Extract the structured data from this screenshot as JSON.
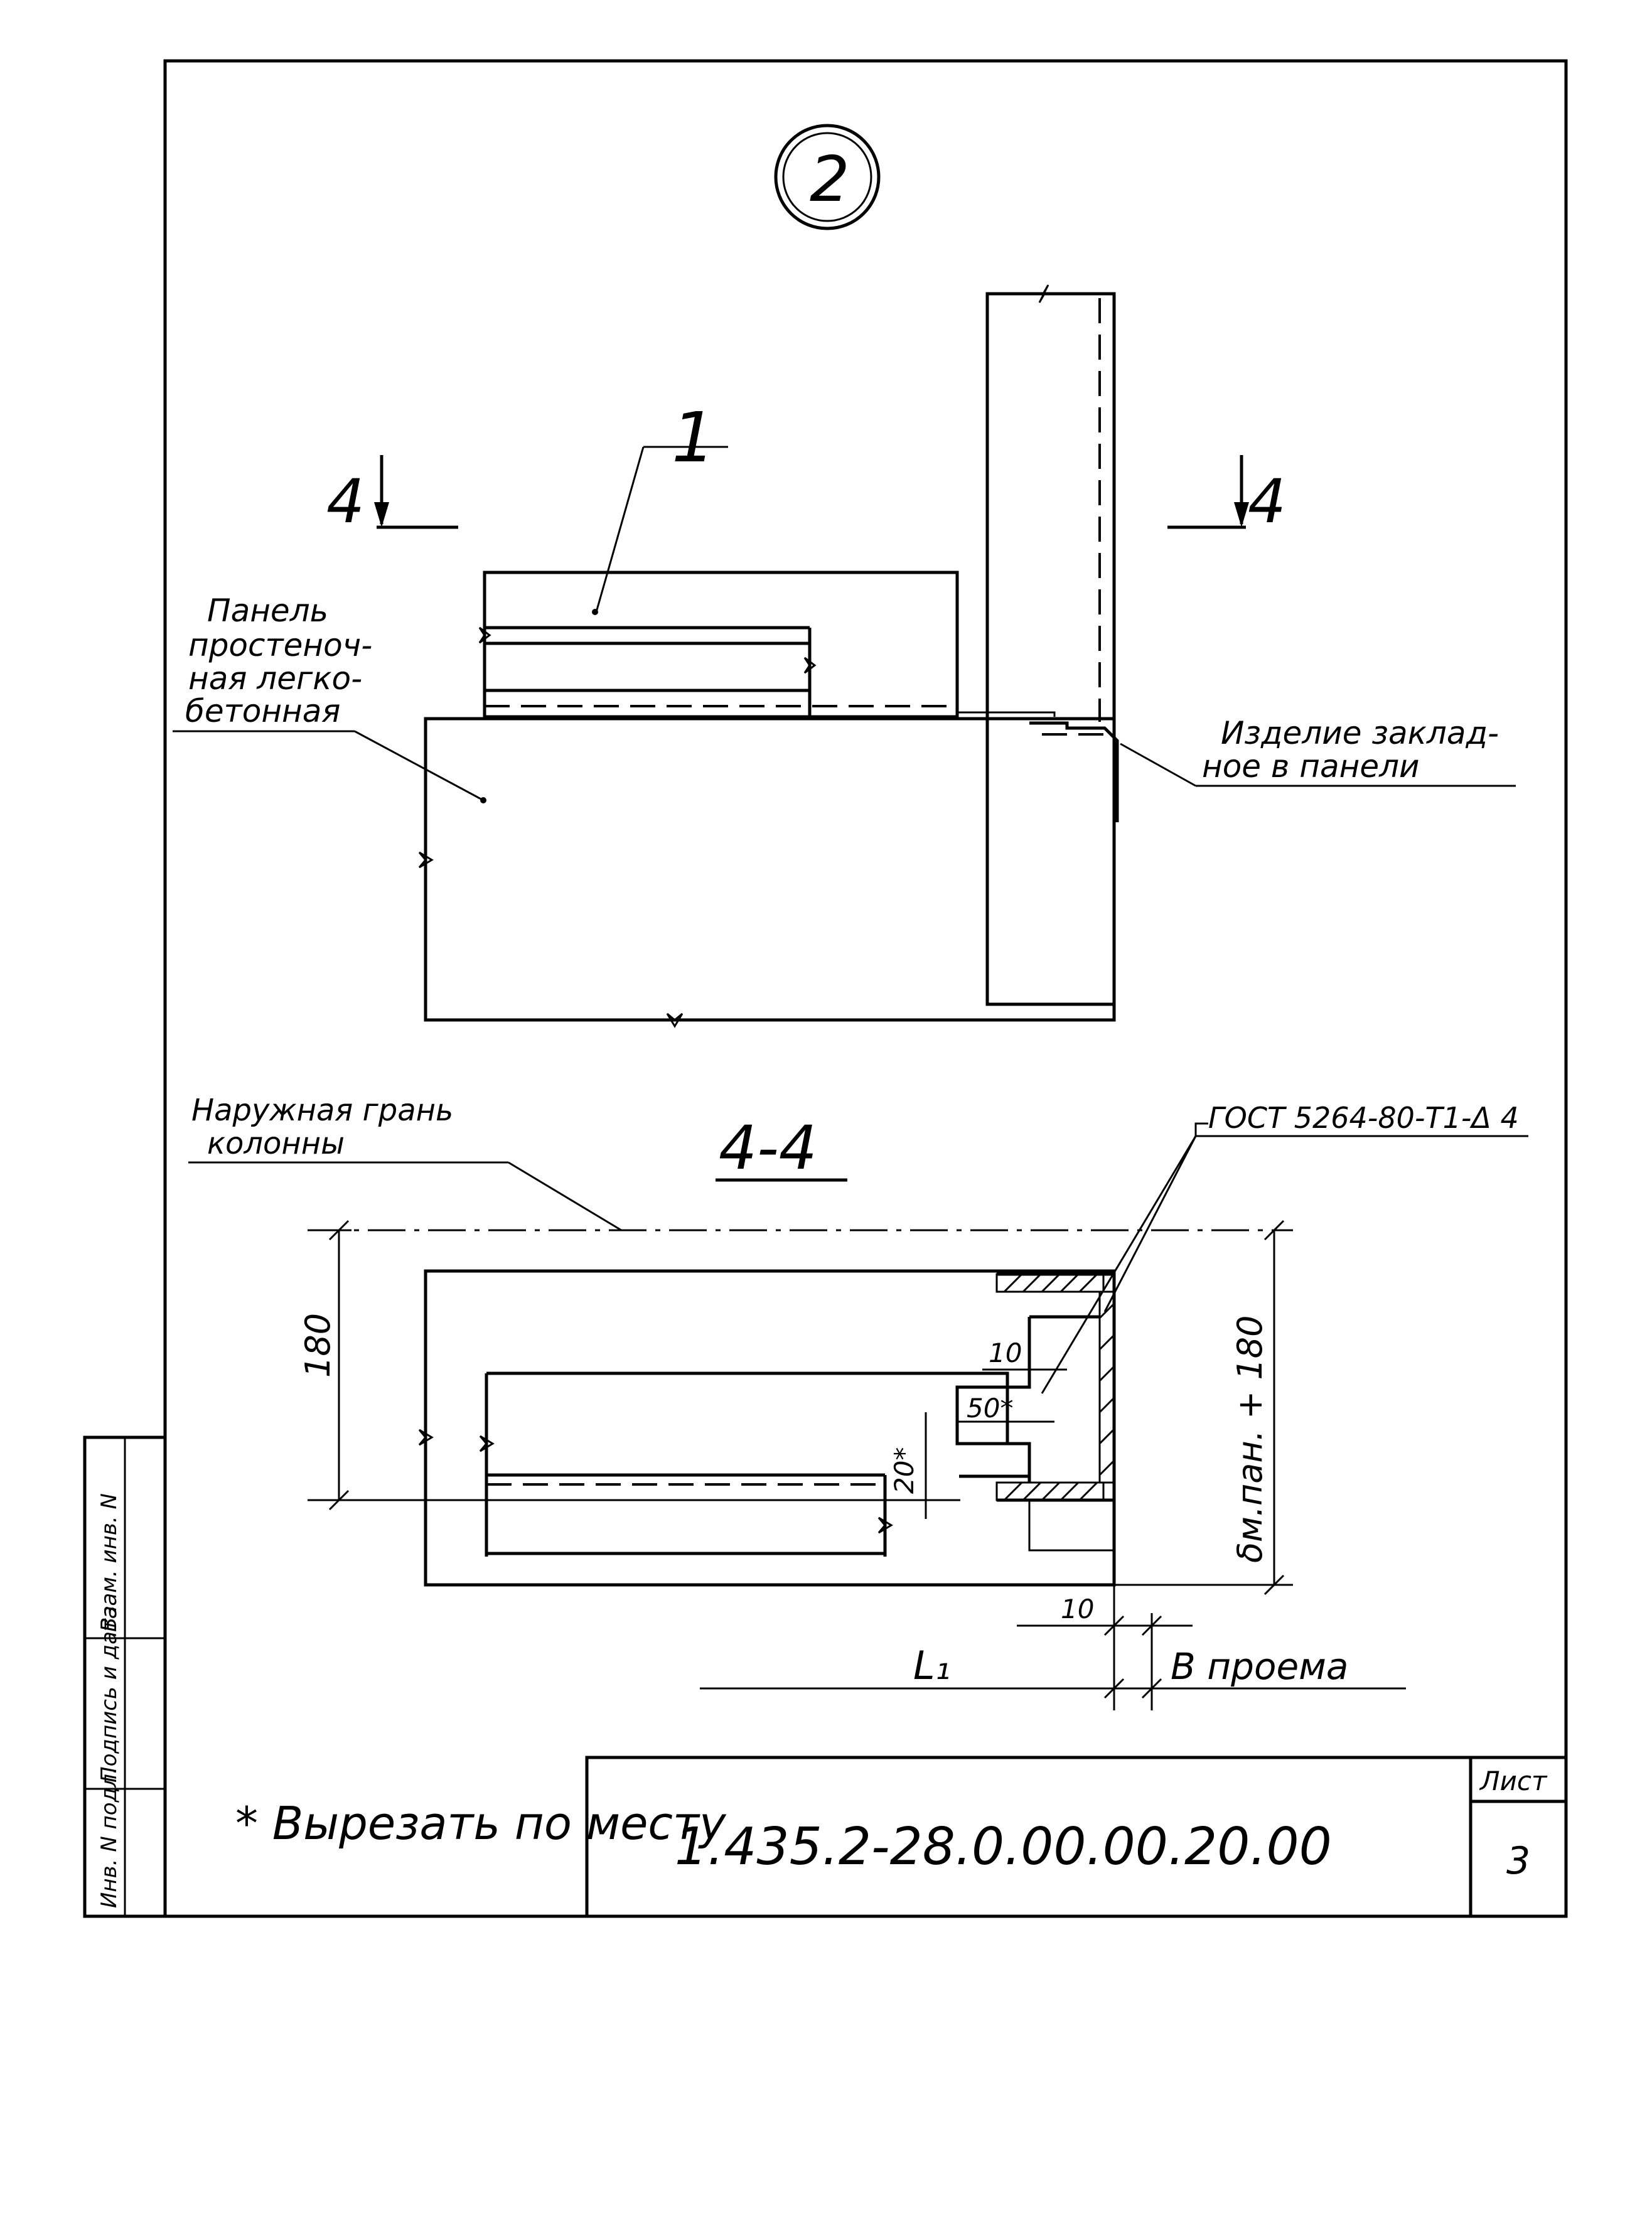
{
  "drawing": {
    "node_number": "2",
    "callout_number": "1",
    "section_mark_left": "4",
    "section_mark_right": "4",
    "panel_label": [
      "Панель",
      "простеноч-",
      "ная легко-",
      "бетонная"
    ],
    "embedded_label": [
      "Изделие заклад-",
      "ное в панели"
    ],
    "section_title": "4-4",
    "outer_face_label": [
      "Наружная грань",
      "колонны"
    ],
    "weld_spec": "ГОСТ 5264-80-Т1-Δ 4",
    "dim_180_left": "180",
    "dim_right_vertical": "δм.пан. + 180",
    "dim_10_top": "10",
    "dim_50": "50*",
    "dim_20": "20*",
    "dim_10_bottom": "10",
    "dim_L1": "L₁",
    "dim_opening": "В проема",
    "footnote": "* Вырезать по месту"
  },
  "side_stamp": {
    "cells": [
      "Инв. N подл.",
      "Подпись и дата",
      "Взам. инв. N"
    ]
  },
  "title_block": {
    "code": "1.435.2-28.0.00.00.20.00",
    "sheet_label": "Лист",
    "sheet_number": "3"
  }
}
